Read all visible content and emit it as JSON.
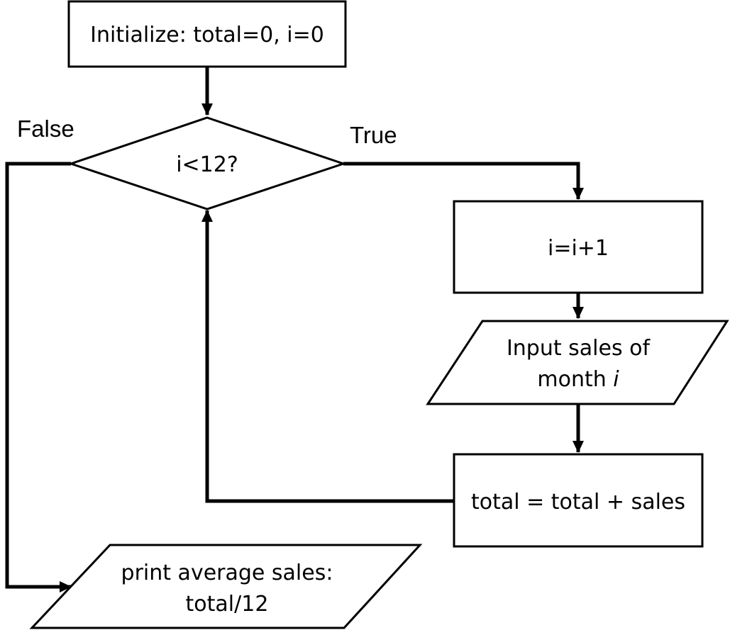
{
  "flowchart": {
    "init_box": {
      "text": "Initialize: total=0, i=0"
    },
    "decision": {
      "text": "i<12?",
      "false_label": "False",
      "true_label": "True"
    },
    "increment_box": {
      "text": "i=i+1"
    },
    "input_box": {
      "line1": "Input sales of",
      "line2_prefix": "month ",
      "line2_var": "i"
    },
    "accumulate_box": {
      "text": "total = total + sales"
    },
    "output_box": {
      "line1": "print average sales:",
      "line2": "total/12"
    }
  }
}
